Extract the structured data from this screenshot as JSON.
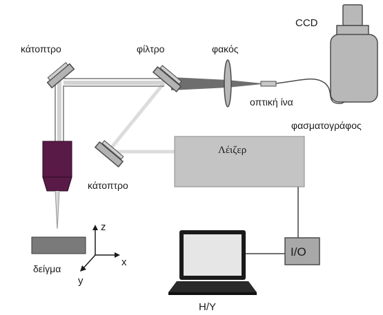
{
  "labels": {
    "mirror_top": "κάτοπτρο",
    "filter": "φίλτρο",
    "lens": "φακός",
    "ccd": "CCD",
    "optical_fiber": "οπτική ίνα",
    "spectrograph": "φασματογράφος",
    "laser": "Λέιζερ",
    "mirror_bottom": "κάτοπτρο",
    "sample": "δείγμα",
    "io": "I/O",
    "computer": "H/Y",
    "axis_z": "z",
    "axis_x": "x",
    "axis_y": "y"
  },
  "colors": {
    "component_gray": "#b3b3b3",
    "component_stroke": "#4a4a4a",
    "laser_box": "#c4c4c4",
    "beam_dark": "#6e6e6e",
    "beam_light": "#dcdcdc",
    "objective": "#5a1a47",
    "sample": "#7a7a7a",
    "screen": "#e6e6e6"
  }
}
